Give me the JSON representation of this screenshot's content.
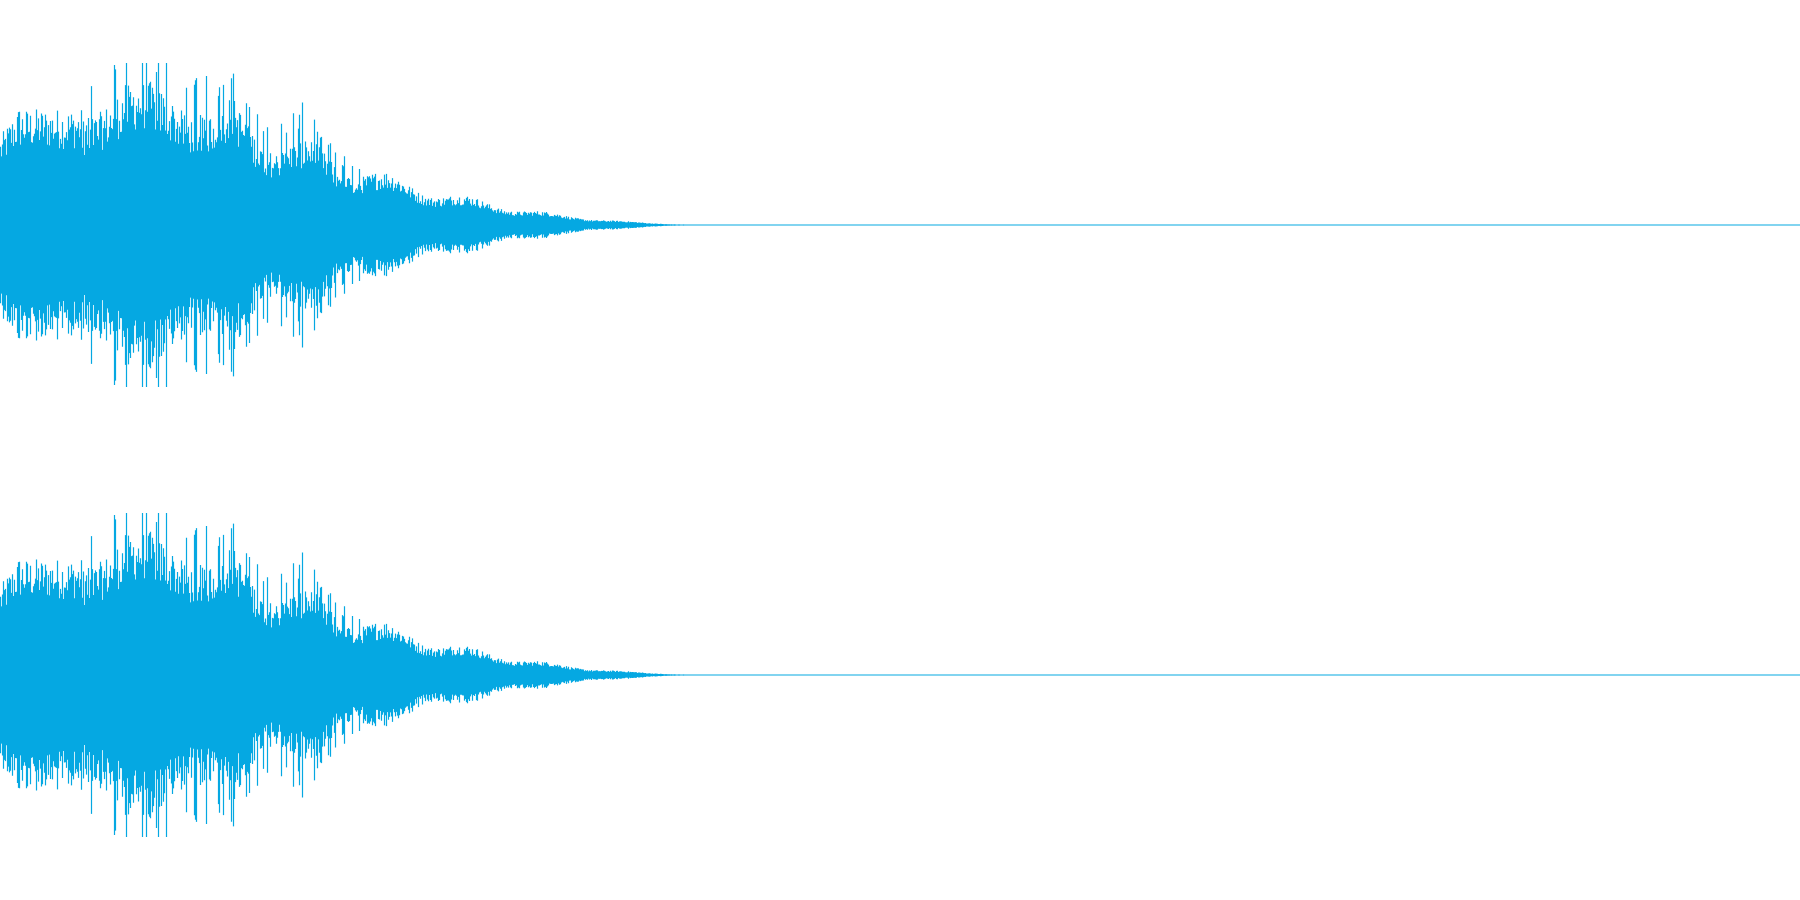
{
  "waveform": {
    "channel_count": 2,
    "color": "#05A8E2",
    "background": "#ffffff",
    "envelope_shape": "attack-burst-then-exponential-decay",
    "sound_portion_fraction": 0.41,
    "channels": [
      {
        "id": "left",
        "peak_level": 0.9
      },
      {
        "id": "right",
        "peak_level": 0.9
      }
    ]
  }
}
